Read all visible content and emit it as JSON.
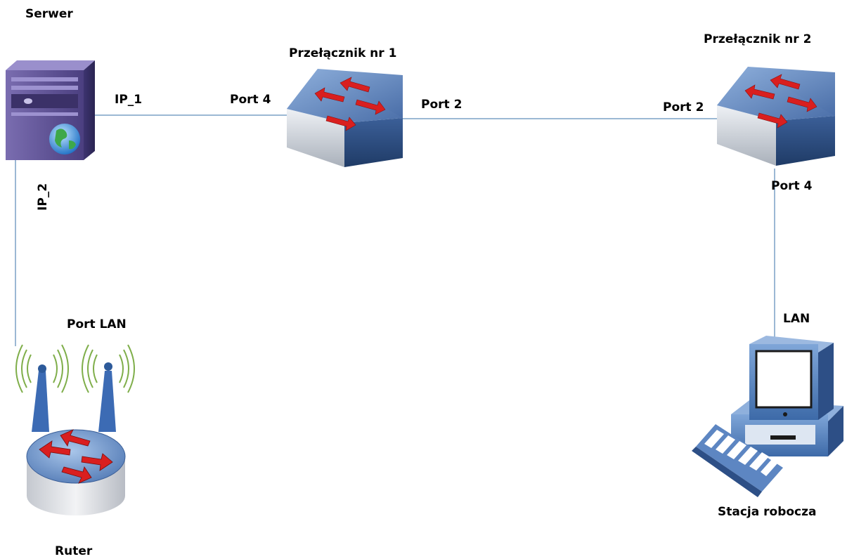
{
  "nodes": {
    "server": {
      "label": "Serwer"
    },
    "switch1": {
      "label": "Przełącznik nr 1"
    },
    "switch2": {
      "label": "Przełącznik nr 2"
    },
    "router": {
      "label": "Ruter"
    },
    "workstation": {
      "label": "Stacja robocza"
    }
  },
  "ports": {
    "server_ip1": "IP_1",
    "server_ip2": "IP_2",
    "switch1_port4": "Port 4",
    "switch1_port2": "Port 2",
    "switch2_port2": "Port 2",
    "switch2_port4": "Port 4",
    "router_lan": "Port LAN",
    "workstation_lan": "LAN"
  },
  "colors": {
    "link": "#9bb8d4",
    "device_blue": "#4a6ea8",
    "arrow_red": "#d91f1f",
    "server_purple": "#5a4d8f"
  }
}
